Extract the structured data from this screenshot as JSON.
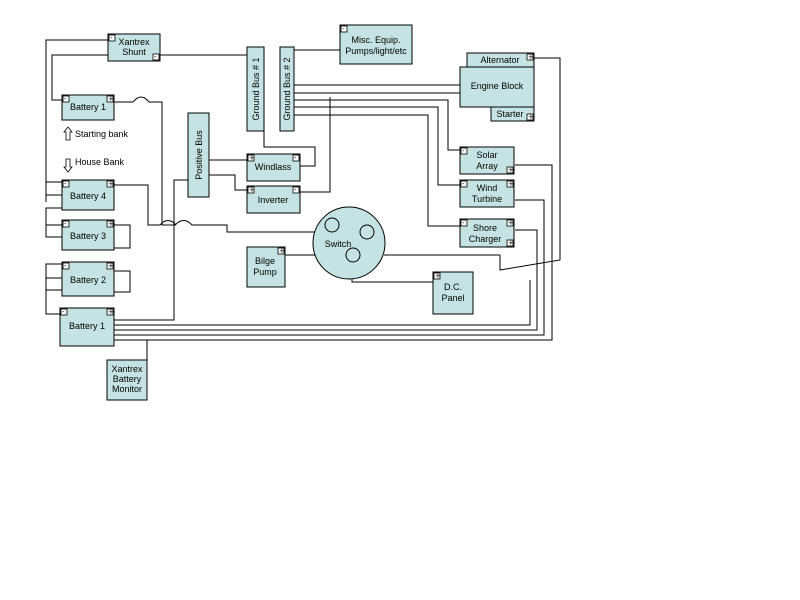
{
  "terminals": {
    "plus": "+",
    "minus": "-"
  },
  "components": {
    "xantrex_shunt": [
      "Xantrex",
      "Shunt"
    ],
    "battery_1_start": "Battery 1",
    "starting_bank": "Starting bank",
    "house_bank": "House Bank",
    "battery_4": "Battery 4",
    "battery_3": "Battery 3",
    "battery_2": "Battery 2",
    "battery_1_house": "Battery 1",
    "battery_monitor": [
      "Xantrex",
      "Battery",
      "Monitor"
    ],
    "positive_bus": "Positive Bus",
    "ground_bus_1": "Ground Bus # 1",
    "ground_bus_2": "Ground Bus # 2",
    "misc_equipment": [
      "Misc. Equip.",
      "Pumps/light/etc"
    ],
    "windlass": "Windlass",
    "inverter": "Inverter",
    "switch": "Switch",
    "bilge_pump": [
      "Bilge",
      "Pump"
    ],
    "dc_panel": [
      "D.C.",
      "Panel"
    ],
    "alternator": "Alternator",
    "engine_block": "Engine Block",
    "starter": "Starter",
    "solar_array": [
      "Solar",
      "Array"
    ],
    "wind_turbine": [
      "Wind",
      "Turbine"
    ],
    "shore_charger": [
      "Shore",
      "Charger"
    ]
  }
}
